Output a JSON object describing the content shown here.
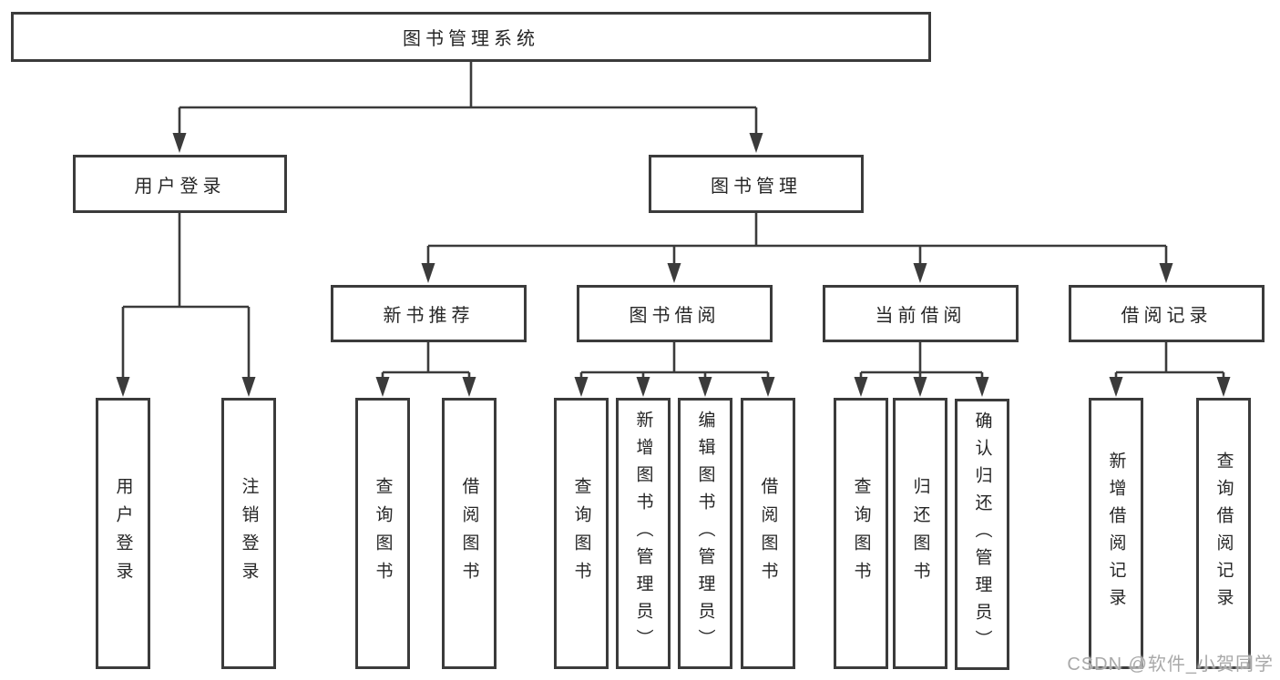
{
  "diagram": {
    "root": {
      "label": "图书管理系统",
      "children": [
        {
          "label": "用户登录",
          "children": [
            {
              "label": "用户登录"
            },
            {
              "label": "注销登录"
            }
          ]
        },
        {
          "label": "图书管理",
          "children": [
            {
              "label": "新书推荐",
              "children": [
                {
                  "label": "查询图书"
                },
                {
                  "label": "借阅图书"
                }
              ]
            },
            {
              "label": "图书借阅",
              "children": [
                {
                  "label": "查询图书"
                },
                {
                  "label": "新增图书（管理员）"
                },
                {
                  "label": "编辑图书（管理员）"
                },
                {
                  "label": "借阅图书"
                }
              ]
            },
            {
              "label": "当前借阅",
              "children": [
                {
                  "label": "查询图书"
                },
                {
                  "label": "归还图书"
                },
                {
                  "label": "确认归还（管理员）"
                }
              ]
            },
            {
              "label": "借阅记录",
              "children": [
                {
                  "label": "新增借阅记录"
                },
                {
                  "label": "查询借阅记录"
                }
              ]
            }
          ]
        }
      ]
    },
    "watermark": "CSDN @软件_小贺同学",
    "colors": {
      "line": "#3b3b3b",
      "box_border": "#3b3b3b",
      "text": "#262626",
      "watermark": "#a9a9a9",
      "background": "#ffffff"
    }
  }
}
